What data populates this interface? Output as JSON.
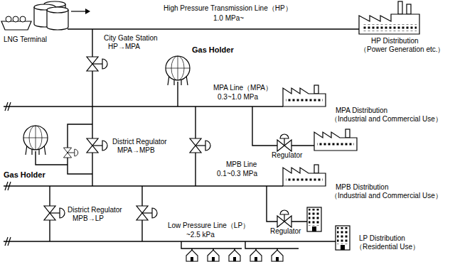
{
  "diagram": {
    "labels": [
      "High Pressure Transmission Line（HP）",
      "1.0 MPa~",
      "LNG Terminal",
      "City Gate Station",
      "HP→MPA",
      "Gas Holder",
      "HP Distribution",
      "（Power Generation etc.）",
      "MPA Line（MPA）",
      "0.3~1.0 MPa",
      "Gas Holder",
      "District Regulator",
      "MPA→MPB",
      "MPA Distribution",
      "（Industrial and Commercial Use）",
      "Regulator",
      "MPB Line",
      "0.1~0.3 MPa",
      "MPB Distribution",
      "（Industrial and Commercial Use）",
      "District Regulator",
      "MPB→LP",
      "Regulator",
      "Low Pressure Line（LP）",
      "~2.5 kPa",
      "LP Distribution",
      "（Residential Use）"
    ]
  }
}
